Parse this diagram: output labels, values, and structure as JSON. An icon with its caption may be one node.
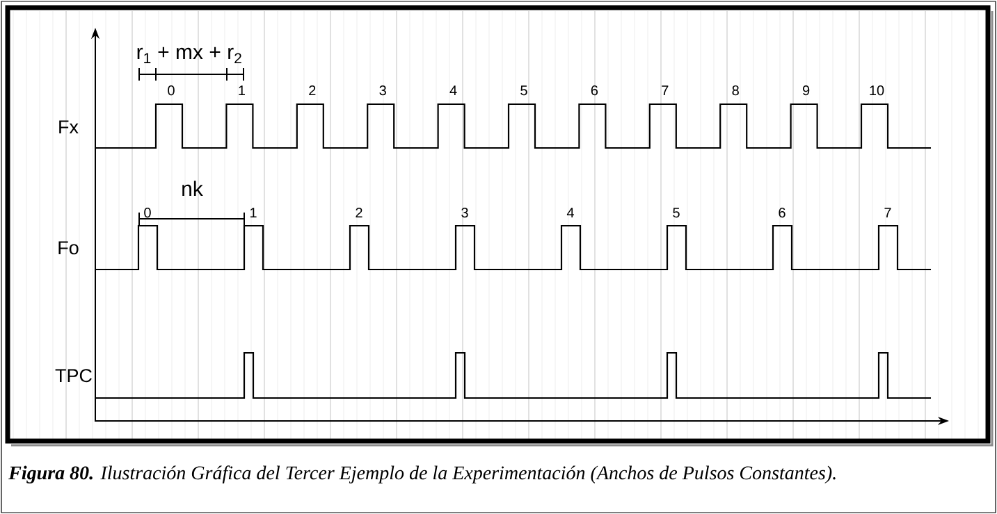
{
  "diagram": {
    "caption": "**Figura 80.** Ilustración Gráfica del Tercer Ejemplo de la Experimentación (Anchos de Pulsos Constantes).",
    "labels": [
      "r$_{1}$ + mx + r$_{2}$",
      "0",
      "1",
      "2",
      "3",
      "4",
      "5",
      "6",
      "7",
      "8",
      "9",
      "10",
      "Fx",
      "nk",
      "0",
      "1",
      "2",
      "3",
      "4",
      "5",
      "6",
      "7",
      "Fo",
      "TPC"
    ]
  }
}
